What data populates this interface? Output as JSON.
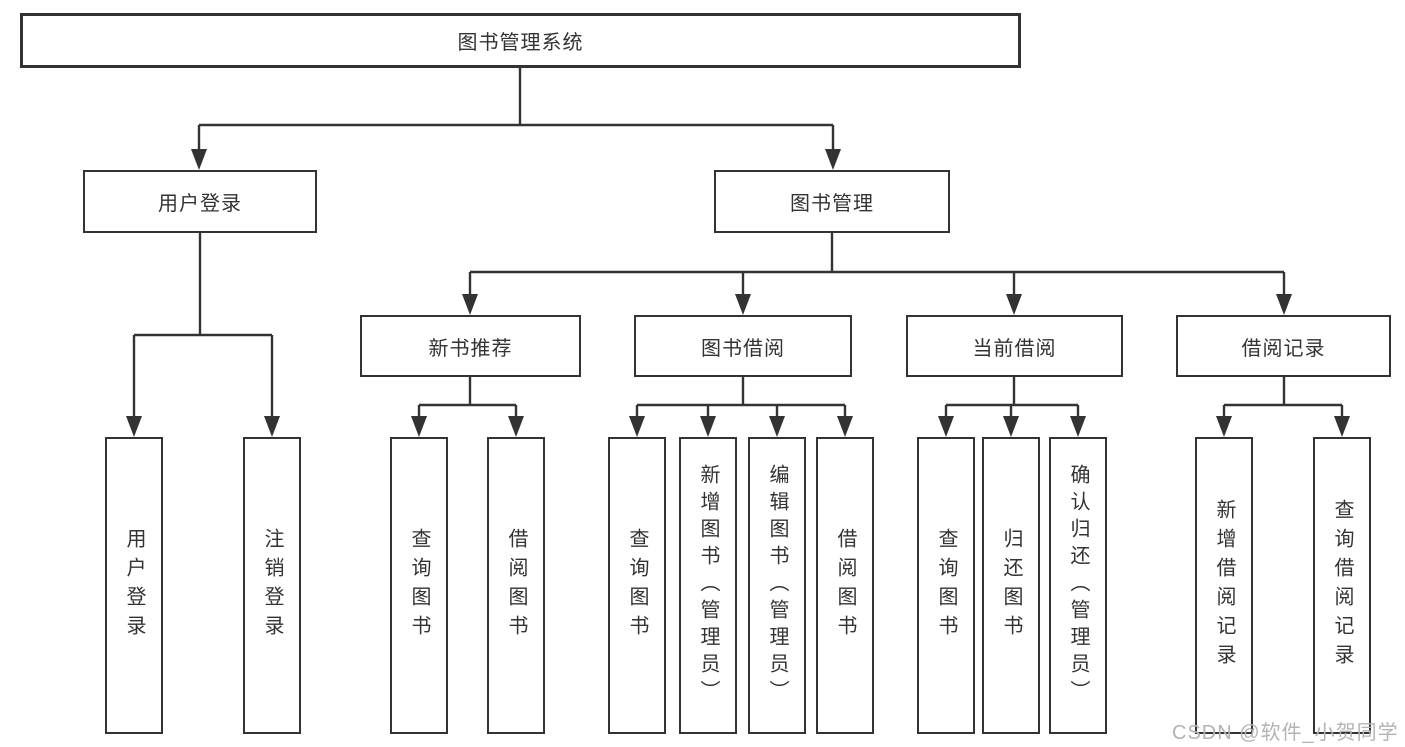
{
  "diagram": {
    "root": {
      "label": "图书管理系统"
    },
    "level2": [
      {
        "label": "用户登录"
      },
      {
        "label": "图书管理"
      }
    ],
    "level3": [
      {
        "label": "新书推荐"
      },
      {
        "label": "图书借阅"
      },
      {
        "label": "当前借阅"
      },
      {
        "label": "借阅记录"
      }
    ],
    "leaves": {
      "user_login": [
        {
          "label": "用户登录"
        },
        {
          "label": "注销登录"
        }
      ],
      "new_book_recommend": [
        {
          "label": "查询图书"
        },
        {
          "label": "借阅图书"
        }
      ],
      "book_borrow": [
        {
          "label": "查询图书"
        },
        {
          "label": "新增图书（管理员）"
        },
        {
          "label": "编辑图书（管理员）"
        },
        {
          "label": "借阅图书"
        }
      ],
      "current_borrow": [
        {
          "label": "查询图书"
        },
        {
          "label": "归还图书"
        },
        {
          "label": "确认归还（管理员）"
        }
      ],
      "borrow_record": [
        {
          "label": "新增借阅记录"
        },
        {
          "label": "查询借阅记录"
        }
      ]
    },
    "watermark": "CSDN @软件_小贺同学",
    "colors": {
      "line": "#333333",
      "box_border": "#333333",
      "text": "#333333",
      "watermark": "#b3b3b3",
      "background": "#ffffff"
    }
  }
}
